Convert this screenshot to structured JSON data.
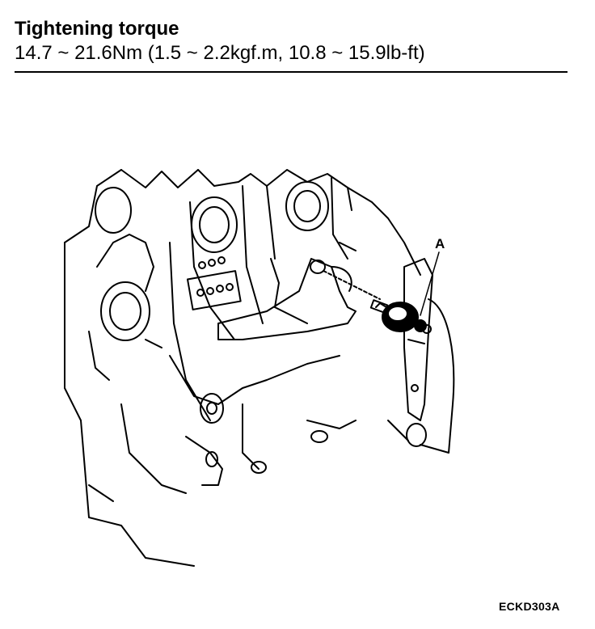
{
  "header": {
    "title": "Tightening torque",
    "spec": "14.7 ~ 21.6Nm (1.5 ~ 2.2kgf.m, 10.8 ~ 15.9lb-ft)"
  },
  "figure": {
    "callout_label": "A",
    "figure_code": "ECKD303A"
  }
}
